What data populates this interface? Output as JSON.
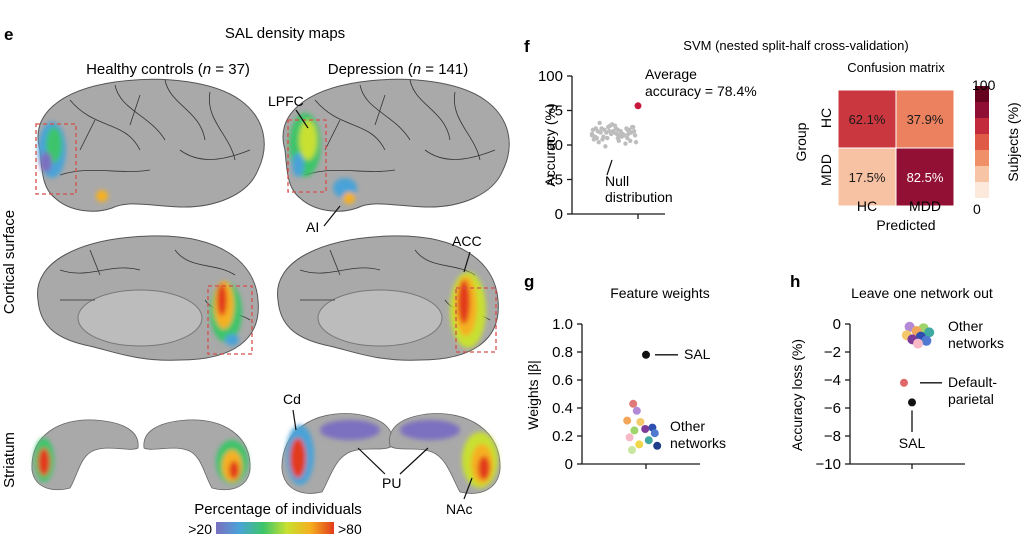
{
  "panel_e": {
    "letter": "e",
    "title": "SAL density maps",
    "col_hc_prefix": "Healthy controls (",
    "col_hc_n": "n",
    "col_hc_suffix": " = 37)",
    "col_dep_prefix": "Depression (",
    "col_dep_n": "n",
    "col_dep_suffix": " = 141)",
    "row_cortical": "Cortical surface",
    "row_striatum": "Striatum",
    "labels": {
      "lpfc": "LPFC",
      "ai": "AI",
      "acc": "ACC",
      "cd": "Cd",
      "pu": "PU",
      "nac": "NAc"
    },
    "colorbar_title": "Percentage of individuals",
    "colorbar_min": ">20",
    "colorbar_max": ">80",
    "colorbar_colors": [
      "#7b6fc0",
      "#4aa3d8",
      "#3cc46a",
      "#c8e030",
      "#f5b020",
      "#e23a1c"
    ]
  },
  "chart_data": [
    {
      "panel": "f",
      "type": "scatter",
      "title": "SVM (nested split-half cross-validation)",
      "ylabel": "Accuracy (%)",
      "xlabel": "",
      "ylim": [
        0,
        100
      ],
      "yticks": [
        0,
        25,
        50,
        75,
        100
      ],
      "null_distribution": [
        58,
        61,
        55,
        63,
        52,
        60,
        57,
        64,
        49,
        62,
        59,
        56,
        65,
        54,
        61,
        58,
        53,
        60,
        66,
        57,
        51,
        62,
        59,
        55,
        63,
        58,
        60,
        56,
        54,
        61,
        57,
        64,
        59,
        52,
        62,
        58,
        55,
        60,
        63,
        57,
        59,
        61,
        56,
        53,
        60,
        58,
        62,
        57,
        55,
        61
      ],
      "average_accuracy": 78.4,
      "annotations": {
        "average": "Average accuracy = 78.4%",
        "average_line1": "Average",
        "average_line2": "accuracy = 78.4%",
        "null_line1": "Null",
        "null_line2": "distribution"
      },
      "colors": {
        "null": "#bdbdbd",
        "average": "#c8193c"
      }
    },
    {
      "panel": "f",
      "type": "heatmap",
      "title": "Confusion matrix",
      "rows": [
        "HC",
        "MDD"
      ],
      "cols": [
        "HC",
        "MDD"
      ],
      "values": [
        [
          62.1,
          37.9
        ],
        [
          17.5,
          82.5
        ]
      ],
      "labels": [
        [
          "62.1%",
          "37.9%"
        ],
        [
          "17.5%",
          "82.5%"
        ]
      ],
      "ylabel": "Group",
      "xlabel": "Predicted",
      "colorbar": {
        "label": "Subjects (%)",
        "min": 0,
        "max": 100,
        "min_label": "0",
        "max_label": "100",
        "colors": [
          "#fde8dc",
          "#f7c4a6",
          "#ef9068",
          "#e05a48",
          "#c32a3c",
          "#8e0f33",
          "#65031f"
        ]
      }
    },
    {
      "panel": "g",
      "type": "scatter",
      "title": "Feature weights",
      "ylabel": "Weights |β|",
      "ylim": [
        0,
        1.0
      ],
      "yticks": [
        0,
        0.2,
        0.4,
        0.6,
        0.8,
        1.0
      ],
      "ytick_labels": [
        "0",
        "0.2",
        "0.4",
        "0.6",
        "0.8",
        "1.0"
      ],
      "sal": {
        "label": "SAL",
        "value": 0.78,
        "color": "#111111"
      },
      "others_label_1": "Other",
      "others_label_2": "networks",
      "others": [
        {
          "x": -0.9,
          "value": 0.43,
          "color": "#e07a7a"
        },
        {
          "x": -0.6,
          "value": 0.38,
          "color": "#b48ad6"
        },
        {
          "x": -1.4,
          "value": 0.31,
          "color": "#f2a65a"
        },
        {
          "x": -0.3,
          "value": 0.3,
          "color": "#f3c96b"
        },
        {
          "x": 0.7,
          "value": 0.26,
          "color": "#2e4fb0"
        },
        {
          "x": 0.1,
          "value": 0.25,
          "color": "#7d3c9a"
        },
        {
          "x": -0.8,
          "value": 0.24,
          "color": "#9fd46b"
        },
        {
          "x": 0.9,
          "value": 0.22,
          "color": "#4f7ad0"
        },
        {
          "x": -1.2,
          "value": 0.19,
          "color": "#f7b8c8"
        },
        {
          "x": 0.4,
          "value": 0.17,
          "color": "#3fa8a0"
        },
        {
          "x": -0.4,
          "value": 0.14,
          "color": "#f0d84a"
        },
        {
          "x": 1.1,
          "value": 0.13,
          "color": "#1f3d8a"
        },
        {
          "x": -1.0,
          "value": 0.1,
          "color": "#c9e6a0"
        }
      ]
    },
    {
      "panel": "h",
      "type": "scatter",
      "title": "Leave one network out",
      "ylabel": "Accuracy loss (%)",
      "ylim": [
        -10,
        0
      ],
      "yticks": [
        0,
        -2,
        -4,
        -6,
        -8,
        -10
      ],
      "ytick_labels": [
        "0",
        "−2",
        "−4",
        "−6",
        "−8",
        "−10"
      ],
      "sal": {
        "label": "SAL",
        "value": -5.6,
        "color": "#111111"
      },
      "default_parietal": {
        "label_1": "Default-",
        "label_2": "parietal",
        "value": -4.2,
        "color": "#e06a6a"
      },
      "others_label_1": "Other",
      "others_label_2": "networks",
      "others": [
        {
          "x": -0.6,
          "value": -0.2,
          "color": "#b48ad6"
        },
        {
          "x": 0.4,
          "value": -0.3,
          "color": "#9fd46b"
        },
        {
          "x": -0.1,
          "value": -0.5,
          "color": "#f2a65a"
        },
        {
          "x": 0.8,
          "value": -0.6,
          "color": "#3fa8a0"
        },
        {
          "x": -0.8,
          "value": -0.8,
          "color": "#f3c96b"
        },
        {
          "x": 0.2,
          "value": -0.9,
          "color": "#2e4fb0"
        },
        {
          "x": -0.4,
          "value": -1.1,
          "color": "#7d3c9a"
        },
        {
          "x": 0.6,
          "value": -1.2,
          "color": "#4f7ad0"
        },
        {
          "x": 0.0,
          "value": -1.4,
          "color": "#f7b8c8"
        }
      ]
    }
  ],
  "panel_f_letter": "f",
  "panel_g_letter": "g",
  "panel_h_letter": "h"
}
